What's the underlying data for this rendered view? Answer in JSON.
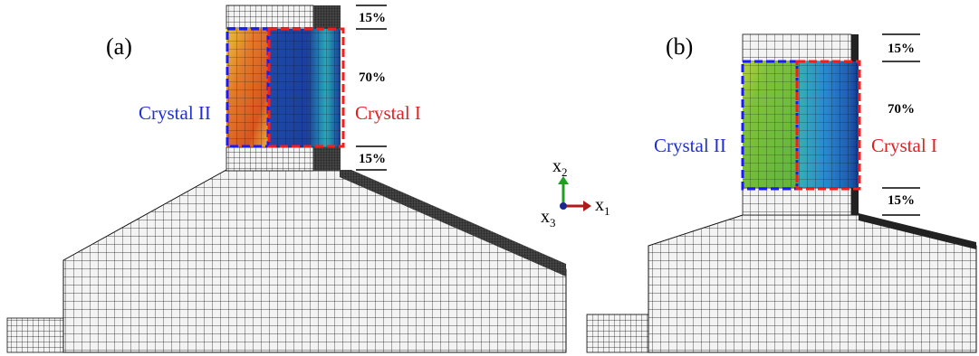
{
  "panels": [
    {
      "id": "a",
      "label": "(a)",
      "crystal_left": "Crystal II",
      "crystal_right": "Crystal I",
      "pct_top": "15%",
      "pct_mid": "70%",
      "pct_bottom": "15%"
    },
    {
      "id": "b",
      "label": "(b)",
      "crystal_left": "Crystal II",
      "crystal_right": "Crystal I",
      "pct_top": "15%",
      "pct_mid": "70%",
      "pct_bottom": "15%"
    }
  ],
  "axes": {
    "x1": "x",
    "x1_sub": "1",
    "x2": "x",
    "x2_sub": "2",
    "x3": "x",
    "x3_sub": "3"
  },
  "colors": {
    "crystal_II_box": "#1a1aff",
    "crystal_I_box": "#ff1a1a",
    "crystal_II_text": "#1f2fd0",
    "crystal_I_text": "#e02020",
    "mesh_fill": "#f2f2f2",
    "mesh_line": "#111111",
    "axis_x1": "#b01a1a",
    "axis_x2": "#1ea01e",
    "axis_x3": "#1a2a8a"
  }
}
